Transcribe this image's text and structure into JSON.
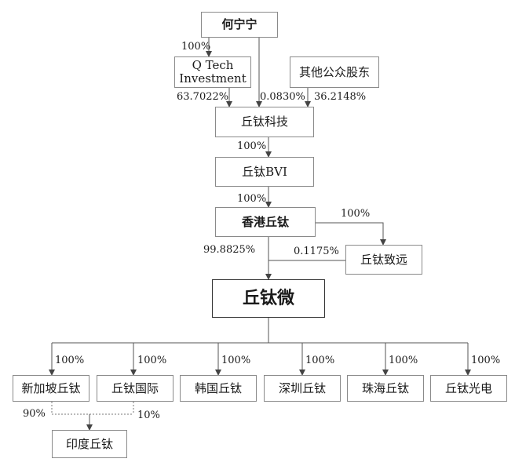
{
  "nodes": {
    "he_ningning": "何宁宁",
    "q_tech_line1": "Q Tech",
    "q_tech_line2": "Investment",
    "public_shareholders": "其他公众股东",
    "qiutai_tech": "丘钛科技",
    "qiutai_bvi": "丘钛BVI",
    "hk_qiutai": "香港丘钛",
    "qiutai_zhiyuan": "丘钛致远",
    "qiutai_micro": "丘钛微",
    "singapore_qiutai": "新加坡丘钛",
    "qiutai_intl": "丘钛国际",
    "korea_qiutai": "韩国丘钛",
    "shenzhen_qiutai": "深圳丘钛",
    "zhuhai_qiutai": "珠海丘钛",
    "qiutai_opto": "丘钛光电",
    "india_qiutai": "印度丘钛"
  },
  "percentages": {
    "he_to_qtech": "100%",
    "qtech_to_tech": "63.7022%",
    "he_to_tech": "0.0830%",
    "public_to_tech": "36.2148%",
    "tech_to_bvi": "100%",
    "bvi_to_hk": "100%",
    "hk_to_zhiyuan": "100%",
    "hk_to_micro": "99.8825%",
    "zhiyuan_to_micro": "0.1175%",
    "micro_to_singapore": "100%",
    "micro_to_intl": "100%",
    "micro_to_korea": "100%",
    "micro_to_shenzhen": "100%",
    "micro_to_zhuhai": "100%",
    "micro_to_opto": "100%",
    "singapore_to_india": "90%",
    "intl_to_india": "10%"
  }
}
